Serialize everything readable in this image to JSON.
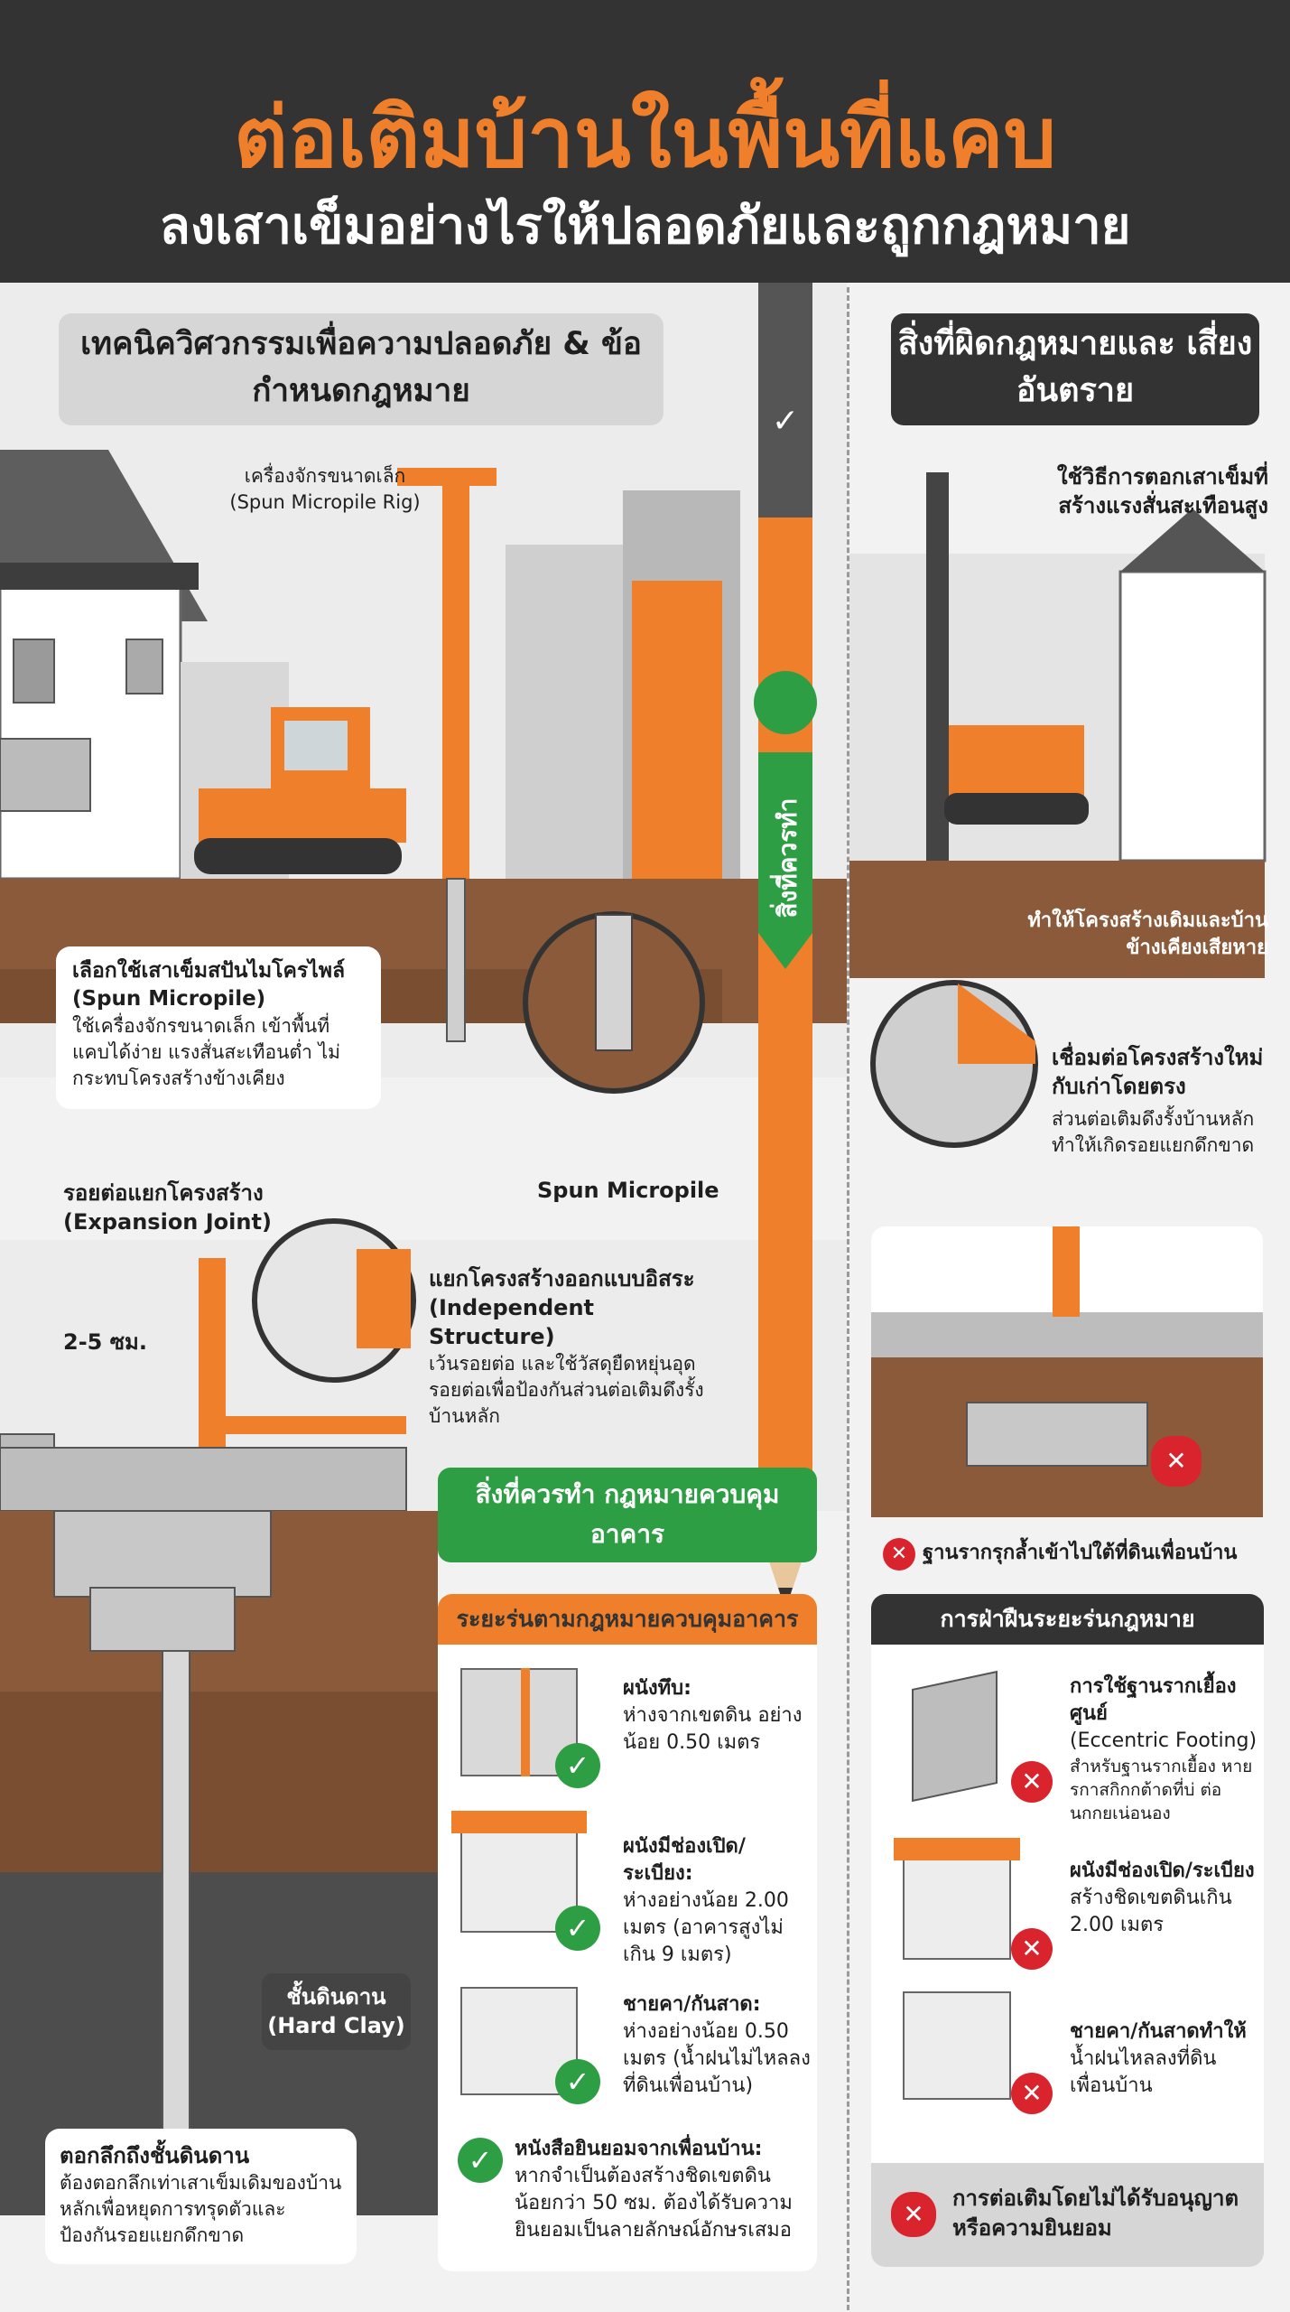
{
  "header": {
    "title": "ต่อเติมบ้านในพื้นที่แคบ",
    "subtitle": "ลงเสาเข็มอย่างไรให้ปลอดภัยและถูกกฎหมาย"
  },
  "left": {
    "section_title": "เทคนิควิศวกรรมเพื่อความปลอดภัย & ข้อกำหนดกฎหมาย",
    "rig_label_th": "เครื่องจักรขนาดเล็ก",
    "rig_label_en": "(Spun Micropile Rig)",
    "micropile_title_th": "เลือกใช้เสาเข็มสปันไมโครไพล์",
    "micropile_title_en": "(Spun Micropile)",
    "micropile_desc": "ใช้เครื่องจักรขนาดเล็ก เข้าพื้นที่แคบได้ง่าย แรงสั่นสะเทือนต่ำ ไม่กระทบโครงสร้างข้างเคียง",
    "spun_micropile_label": "Spun Micropile",
    "joint_title_th": "รอยต่อแยกโครงสร้าง",
    "joint_title_en": "(Expansion Joint)",
    "gap_label": "2-5 ซม.",
    "independent_title_th": "แยกโครงสร้างออกแบบอิสระ",
    "independent_title_en": "(Independent Structure)",
    "independent_desc": "เว้นรอยต่อ และใช้วัสดุยืดหยุ่นอุดรอยต่อเพื่อป้องกันส่วนต่อเติมดึงรั้งบ้านหลัก",
    "hard_clay_th": "ชั้นดินดาน",
    "hard_clay_en": "(Hard Clay)",
    "deep_title": "ตอกลึกถึงชั้นดินดาน",
    "deep_desc": "ต้องตอกลึกเท่าเสาเข็มเดิมของบ้านหลักเพื่อหยุดการทรุดตัวและป้องกันรอยแยกดึกขาด"
  },
  "pencil": {
    "label": "สิ่งที่ควรทำ",
    "icon": "check-icon"
  },
  "do_box": {
    "title": "สิ่งที่ควรทำ กฎหมายควบคุมอาคาร"
  },
  "law": {
    "header": "ระยะร่นตามกฎหมายควบคุมอาคาร",
    "rows": [
      {
        "title": "ผนังทึบ:",
        "desc": "ห่างจากเขตดิน อย่างน้อย 0.50 เมตร"
      },
      {
        "title": "ผนังมีช่องเปิด/ระเบียง:",
        "desc": "ห่างอย่างน้อย 2.00 เมตร (อาคารสูงไม่เกิน 9 เมตร)"
      },
      {
        "title": "ชายคา/กันสาด:",
        "desc": "ห่างอย่างน้อย 0.50 เมตร (น้ำฝนไม่ไหลลงที่ดินเพื่อนบ้าน)"
      }
    ],
    "consent_title": "หนังสือยินยอมจากเพื่อนบ้าน:",
    "consent_desc": "หากจำเป็นต้องสร้างชิดเขตดินน้อยกว่า 50 ซม. ต้องได้รับความยินยอมเป็นลายลักษณ์อักษรเสมอ"
  },
  "right": {
    "section_title": "สิ่งที่ผิดกฎหมายและ เสี่ยงอันตราย",
    "vibration_label": "ใช้วิธีการตอกเสาเข็มที่สร้างแรงสั่นสะเทือนสูง",
    "damage_label": "ทำให้โครงสร้างเดิมและบ้านข้างเคียงเสียหาย",
    "connect_title": "เชื่อมต่อโครงสร้างใหม่กับเก่าโดยตรง",
    "connect_desc": "ส่วนต่อเติมดึงรั้งบ้านหลัก ทำให้เกิดรอยแยกดึกขาด",
    "encroach_label": "ฐานรากรุกล้ำเข้าไปใต้ที่ดินเพื่อนบ้าน",
    "violation_header": "การฝ่าฝืนระยะร่นกฎหมาย",
    "violations": [
      {
        "title": "การใช้ฐานรากเยื้องศูนย์",
        "subtitle": "(Eccentric Footing)",
        "desc": "สำหรับฐานรากเยื้อง หายรกาสกิกกต้าดที่บ่ ต่อนกกยเน่อนอง"
      },
      {
        "title": "ผนังมีช่องเปิด/ระเบียง",
        "desc": "สร้างชิดเขตดินเกิน 2.00 เมตร"
      },
      {
        "title": "ชายคา/กันสาดทำให้",
        "desc": "น้ำฝนไหลลงที่ดิน เพื่อนบ้าน"
      }
    ],
    "no_permit": "การต่อเติมโดยไม่ได้รับอนุญาต หรือความยินยอม"
  },
  "colors": {
    "orange": "#f07f2b",
    "dark": "#333333",
    "green": "#2e9e44",
    "red": "#d9232d",
    "soil": "#8a5a3a"
  }
}
